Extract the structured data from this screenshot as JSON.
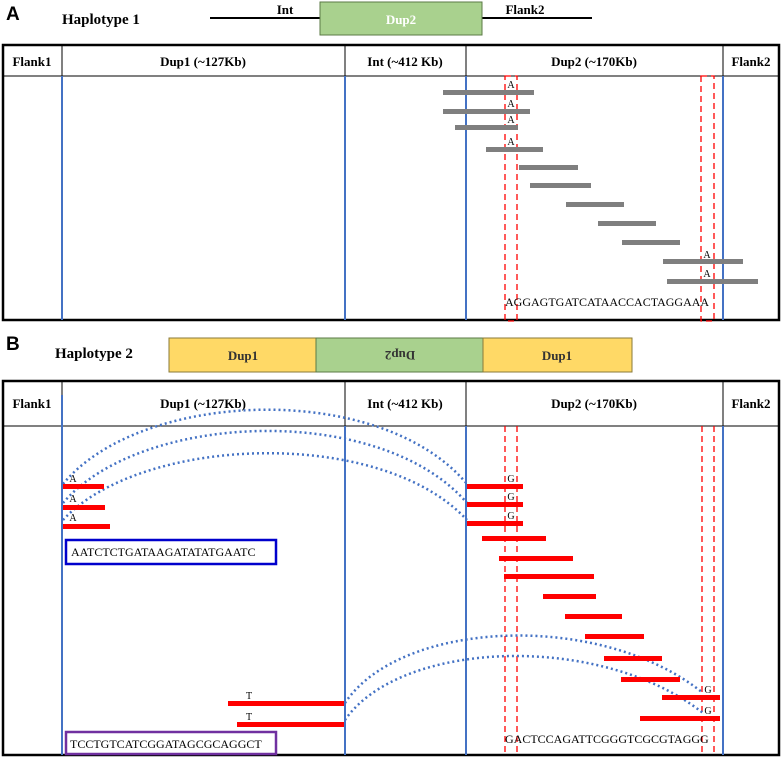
{
  "panel_a": {
    "label": "A",
    "haplotype": "Haplotype 1",
    "schematic": {
      "int": "Int",
      "dup2": "Dup2",
      "flank2": "Flank2"
    },
    "header": {
      "flank1": "Flank1",
      "dup1": "Dup1 (~127Kb)",
      "int": "Int (~412 Kb)",
      "dup2": "Dup2 (~170Kb)",
      "flank2": "Flank2"
    },
    "allele": "A",
    "sequence": "AGGAGTGATCATAACCACTAGGAAA"
  },
  "panel_b": {
    "label": "B",
    "haplotype": "Haplotype 2",
    "schematic": {
      "dup1_left": "Dup1",
      "dup2_inverted": "Dup2",
      "dup1_right": "Dup1"
    },
    "header": {
      "flank1": "Flank1",
      "dup1": "Dup1 (~127Kb)",
      "int": "Int (~412 Kb)",
      "dup2": "Dup2 (~170Kb)",
      "flank2": "Flank2"
    },
    "allele_a": "A",
    "allele_g": "G",
    "allele_t": "T",
    "sequence_blue": "AATCTCTGATAAGATATATGAATC",
    "sequence_purple": "TCCTGTCATCGGATAGCGCAGGCT",
    "sequence_right": "GACTCCAGATTCGGGTCGCGTAGGG"
  },
  "colors": {
    "read_grey": "#7f7f7f",
    "read_red": "#ff0000",
    "boundary_blue": "#4472c4",
    "arc_blue": "#4472c4",
    "dup2_green": "#a9d18e",
    "dup1_yellow": "#ffd966",
    "box_blue": "#0000cc",
    "box_purple": "#7030a0"
  }
}
